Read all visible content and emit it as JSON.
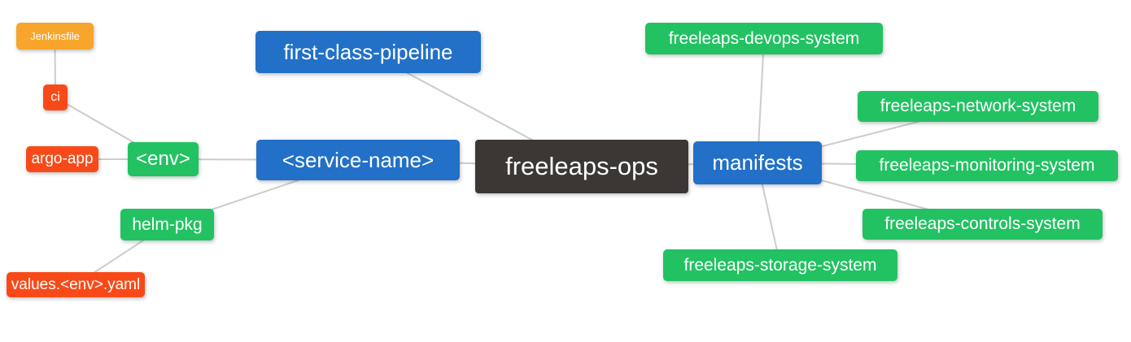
{
  "palette": {
    "node-blue": "#2270c8",
    "node-green": "#22c263",
    "node-orange": "#f7a52b",
    "node-red": "#f84a18",
    "node-dark": "#3b3735",
    "edge-gray": "#cccccc",
    "text-white": "#ffffff"
  },
  "diagram": {
    "type": "mindmap",
    "root": "freeleaps-ops",
    "nodes": [
      {
        "id": "jenkinsfile",
        "label": "Jenkinsfile",
        "color": "node-orange"
      },
      {
        "id": "ci",
        "label": "ci",
        "color": "node-red"
      },
      {
        "id": "argo-app",
        "label": "argo-app",
        "color": "node-red"
      },
      {
        "id": "env",
        "label": "<env>",
        "color": "node-green"
      },
      {
        "id": "first-class-pipeline",
        "label": "first-class-pipeline",
        "color": "node-blue"
      },
      {
        "id": "service-name",
        "label": "<service-name>",
        "color": "node-blue"
      },
      {
        "id": "freeleaps-ops",
        "label": "freeleaps-ops",
        "color": "node-dark"
      },
      {
        "id": "manifests",
        "label": "manifests",
        "color": "node-blue"
      },
      {
        "id": "helm-pkg",
        "label": "helm-pkg",
        "color": "node-green"
      },
      {
        "id": "values-env-yaml",
        "label": "values.<env>.yaml",
        "color": "node-red"
      },
      {
        "id": "freeleaps-devops-system",
        "label": "freeleaps-devops-system",
        "color": "node-green"
      },
      {
        "id": "freeleaps-network-system",
        "label": "freeleaps-network-system",
        "color": "node-green"
      },
      {
        "id": "freeleaps-monitoring-system",
        "label": "freeleaps-monitoring-system",
        "color": "node-green"
      },
      {
        "id": "freeleaps-controls-system",
        "label": "freeleaps-controls-system",
        "color": "node-green"
      },
      {
        "id": "freeleaps-storage-system",
        "label": "freeleaps-storage-system",
        "color": "node-green"
      }
    ],
    "edges": [
      {
        "from": "jenkinsfile",
        "to": "ci"
      },
      {
        "from": "ci",
        "to": "env"
      },
      {
        "from": "argo-app",
        "to": "env"
      },
      {
        "from": "env",
        "to": "service-name"
      },
      {
        "from": "helm-pkg",
        "to": "service-name"
      },
      {
        "from": "values-env-yaml",
        "to": "helm-pkg"
      },
      {
        "from": "first-class-pipeline",
        "to": "freeleaps-ops"
      },
      {
        "from": "service-name",
        "to": "freeleaps-ops"
      },
      {
        "from": "freeleaps-ops",
        "to": "manifests"
      },
      {
        "from": "manifests",
        "to": "freeleaps-devops-system"
      },
      {
        "from": "manifests",
        "to": "freeleaps-network-system"
      },
      {
        "from": "manifests",
        "to": "freeleaps-monitoring-system"
      },
      {
        "from": "manifests",
        "to": "freeleaps-controls-system"
      },
      {
        "from": "manifests",
        "to": "freeleaps-storage-system"
      }
    ]
  }
}
